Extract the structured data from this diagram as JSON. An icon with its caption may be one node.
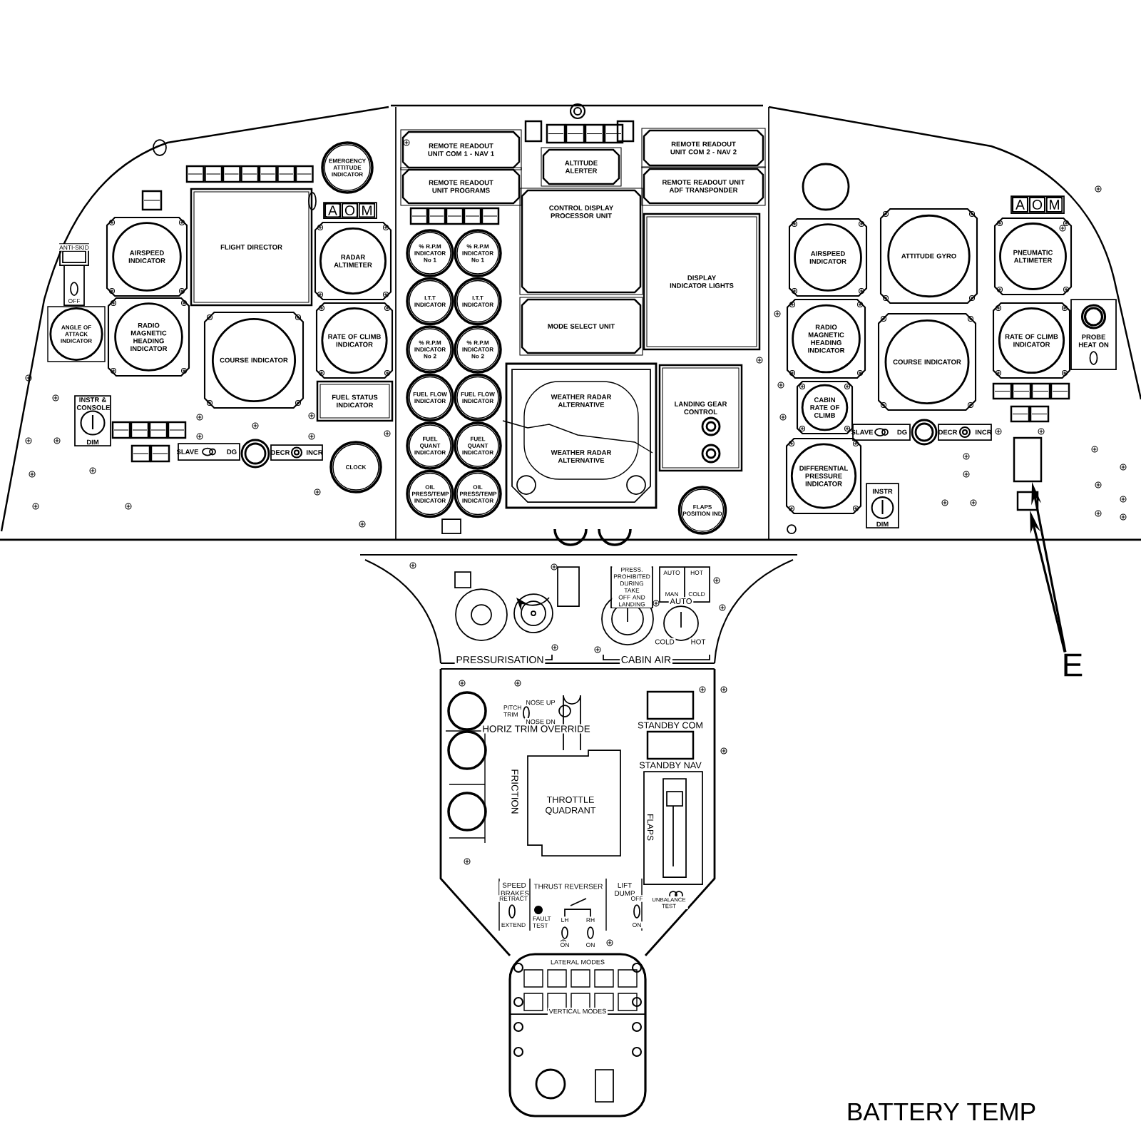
{
  "diagram": {
    "nodes": [
      {
        "text": [
          "EMERGENCY ATTITUDE INDICATOR"
        ]
      },
      {
        "text": [
          "FLIGHT DIRECTOR"
        ]
      },
      {
        "text": [
          "AIRSPEED INDICATOR"
        ]
      },
      {
        "text": [
          "RADAR ALTIMETER"
        ]
      },
      {
        "text": [
          "ANGLE OF ATTACK INDICATOR"
        ]
      },
      {
        "text": [
          "RADIO MAGNETIC HEADING INDICATOR"
        ]
      },
      {
        "text": [
          "RATE OF CLIMB INDICATOR"
        ]
      },
      {
        "text": [
          "COURSE INDICATOR"
        ]
      },
      {
        "text": [
          "FUEL STATUS INDICATOR"
        ]
      },
      {
        "text": [
          "INSTR & CONSOLE",
          "DIM"
        ]
      },
      {
        "text": [
          "SLAVE",
          "DG"
        ]
      },
      {
        "text": [
          "DECR",
          "INCR"
        ]
      },
      {
        "text": [
          "CLOCK"
        ]
      },
      {
        "text": [
          "REMOTE READOUT UNIT COM 1 - NAV 1"
        ]
      },
      {
        "text": [
          "REMOTE READOUT UNIT PROGRAMS"
        ]
      },
      {
        "text": [
          "ALTITUDE ALERTER"
        ]
      },
      {
        "text": [
          "REMOTE READOUT UNIT COM 2 - NAV 2"
        ]
      },
      {
        "text": [
          "REMOTE READOUT UNIT ADF TRANSPONDER"
        ]
      },
      {
        "text": [
          "CONTROL DISPLAY PROCESSOR UNIT"
        ]
      },
      {
        "text": [
          "DISPLAY INDICATOR LIGHTS"
        ]
      },
      {
        "text": [
          "MODE SELECT UNIT"
        ]
      },
      {
        "text": [
          "% R.P.M INDICATOR No 1"
        ]
      },
      {
        "text": [
          "% R.P.M INDICATOR No 1"
        ]
      },
      {
        "text": [
          "I.T.T INDICATOR"
        ]
      },
      {
        "text": [
          "I.T.T INDICATOR"
        ]
      },
      {
        "text": [
          "% R.P.M INDICATOR No 2"
        ]
      },
      {
        "text": [
          "% R.P.M INDICATOR No 2"
        ]
      },
      {
        "text": [
          "FUEL FLOW INDICATOR"
        ]
      },
      {
        "text": [
          "FUEL FLOW INDICATOR"
        ]
      },
      {
        "text": [
          "FUEL QUANT INDICATOR"
        ]
      },
      {
        "text": [
          "FUEL QUANT INDICATOR"
        ]
      },
      {
        "text": [
          "OIL PRESS/TEMP INDICATOR"
        ]
      },
      {
        "text": [
          "OIL PRESS/TEMP INDICATOR"
        ]
      },
      {
        "text": [
          "WEATHER RADAR ALTERNATIVE",
          "WEATHER RADAR ALTERNATIVE"
        ]
      },
      {
        "text": [
          "LANDING GEAR CONTROL"
        ]
      },
      {
        "text": [
          "FLAPS POSITION IND"
        ]
      },
      {
        "text": [
          "AIRSPEED INDICATOR"
        ]
      },
      {
        "text": [
          "ATTITUDE GYRO"
        ]
      },
      {
        "text": [
          "PNEUMATIC ALTIMETER"
        ]
      },
      {
        "text": [
          "RADIO MAGNETIC HEADING INDICATOR"
        ]
      },
      {
        "text": [
          "COURSE INDICATOR"
        ]
      },
      {
        "text": [
          "RATE OF CLIMB INDICATOR"
        ]
      },
      {
        "text": [
          "PROBE HEAT ON"
        ]
      },
      {
        "text": [
          "CABIN RATE OF CLIMB"
        ]
      },
      {
        "text": [
          "DIFFERENTIAL PRESSURE INDICATOR"
        ]
      },
      {
        "text": [
          "SLAVE",
          "DG"
        ]
      },
      {
        "text": [
          "DECR",
          "INCR"
        ]
      },
      {
        "text": [
          "INSTR",
          "DIM"
        ]
      },
      {
        "text": [],
        "shape": "box"
      },
      {
        "text": [],
        "shape": "box"
      },
      {
        "text": [
          "E"
        ]
      },
      {
        "text": [
          "STANDBY COM"
        ]
      },
      {
        "text": [
          "STANDBY NAV"
        ]
      },
      {
        "text": [
          "THROTTLE QUADRANT"
        ]
      }
    ],
    "edges": [
      {
        "from": 50,
        "to": 48,
        "arrow": "to"
      },
      {
        "from": 50,
        "to": 49,
        "arrow": "to"
      }
    ],
    "labels": [
      "A",
      "O",
      "M",
      "A",
      "O",
      "M",
      "ANTI-SKID",
      "OFF",
      "PRESSURISATION",
      "CABIN AIR",
      "PRESS. PROHIBITED DURING TAKE OFF AND LANDING",
      "AUTO",
      "HOT",
      "MAN",
      "COLD",
      "AUTO",
      "COLD",
      "HOT",
      "PITCH TRIM",
      "NOSE UP",
      "NOSE DN",
      "HORIZ TRIM OVERRIDE",
      "FRICTION",
      "FLAPS",
      "SPEED BRAKES",
      "RETRACT",
      "EXTEND",
      "THRUST REVERSER",
      "FAULT TEST",
      "LH",
      "RH",
      "ON",
      "ON",
      "LIFT DUMP",
      "OFF",
      "ON",
      "LATERAL MODES",
      "VERTICAL MODES",
      "BATTERY TEMP",
      "UNBALANCE TEST"
    ]
  }
}
